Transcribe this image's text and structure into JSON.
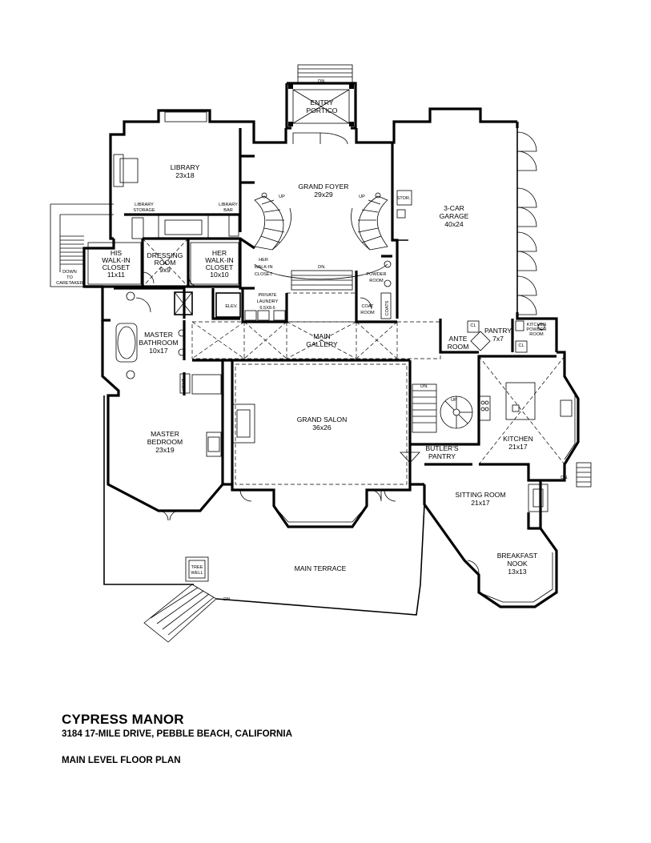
{
  "title_block": {
    "name": "CYPRESS MANOR",
    "address": "3184 17-MILE DRIVE, PEBBLE BEACH, CALIFORNIA",
    "level": "MAIN LEVEL FLOOR PLAN"
  },
  "rooms": {
    "entry_portico": [
      "ENTRY",
      "PORTICO"
    ],
    "library": [
      "LIBRARY",
      "23x18"
    ],
    "grand_foyer": [
      "GRAND FOYER",
      "29x29"
    ],
    "garage": [
      "3-CAR",
      "GARAGE",
      "40x24"
    ],
    "library_storage": [
      "LIBRARY",
      "STORAGE"
    ],
    "library_bar": [
      "LIBRARY",
      "BAR"
    ],
    "his_closet": [
      "HIS",
      "WALK-IN",
      "CLOSET",
      "11x11"
    ],
    "dressing_room": [
      "DRESSING",
      "ROOM",
      "9x9"
    ],
    "her_closet_large": [
      "HER",
      "WALK-IN",
      "CLOSET",
      "10x10"
    ],
    "her_closet_small": [
      "HER",
      "WALK-IN",
      "CLOSET"
    ],
    "private_laundry": [
      "PRIVATE",
      "LAUNDRY",
      "6.5X8.6"
    ],
    "powder_room": [
      "POWDER",
      "ROOM"
    ],
    "coat_room": [
      "COAT",
      "ROOM"
    ],
    "master_bathroom": [
      "MASTER",
      "BATHROOM",
      "10x17"
    ],
    "main_gallery": [
      "MAIN",
      "GALLERY"
    ],
    "ante_room": [
      "ANTE",
      "ROOM"
    ],
    "pantry": [
      "PANTRY",
      "7x7"
    ],
    "kitchen_powder": [
      "KITCHEN",
      "POWDER",
      "ROOM"
    ],
    "master_bedroom": [
      "MASTER",
      "BEDROOM",
      "23x19"
    ],
    "grand_salon": [
      "GRAND SALON",
      "36x26"
    ],
    "butlers_pantry": [
      "BUTLER'S",
      "PANTRY"
    ],
    "kitchen": [
      "KITCHEN",
      "21x17"
    ],
    "sitting_room": [
      "SITTING ROOM",
      "21x17"
    ],
    "breakfast_nook": [
      "BREAKFAST",
      "NOOK",
      "13x13"
    ],
    "main_terrace": [
      "MAIN TERRACE"
    ],
    "tree_well": [
      "TREE",
      "WELL"
    ]
  },
  "tags": {
    "down_to_caretaker": [
      "DOWN",
      "TO",
      "CARETAKER"
    ],
    "dn": "DN.",
    "up": "UP",
    "stor": "STOR.",
    "elev": "ELEV.",
    "coats": "COATS",
    "cl": "CL",
    "vent": "VENT"
  }
}
